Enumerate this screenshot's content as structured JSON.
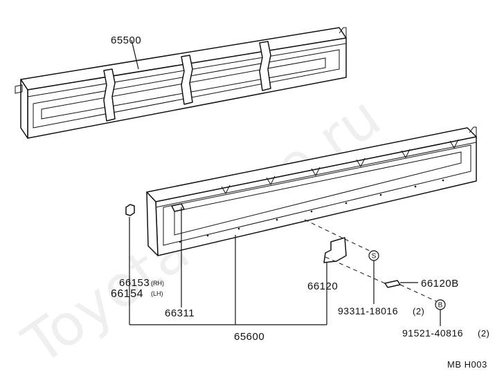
{
  "watermark": "Toyota-Mine.ru",
  "diagram_code": "MB H003",
  "parts": {
    "p65500": "65500",
    "p65600": "65600",
    "p66153": "66153",
    "p66153_side": "(RH)",
    "p66154": "66154",
    "p66154_side": "(LH)",
    "p66311": "66311",
    "p66120": "66120",
    "p66120b": "66120B",
    "p93311": "93311-18016",
    "p93311_qty": "(2)",
    "p91521": "91521-40816",
    "p91521_qty": "(2)"
  },
  "markers": {
    "s": "S",
    "b": "B"
  }
}
